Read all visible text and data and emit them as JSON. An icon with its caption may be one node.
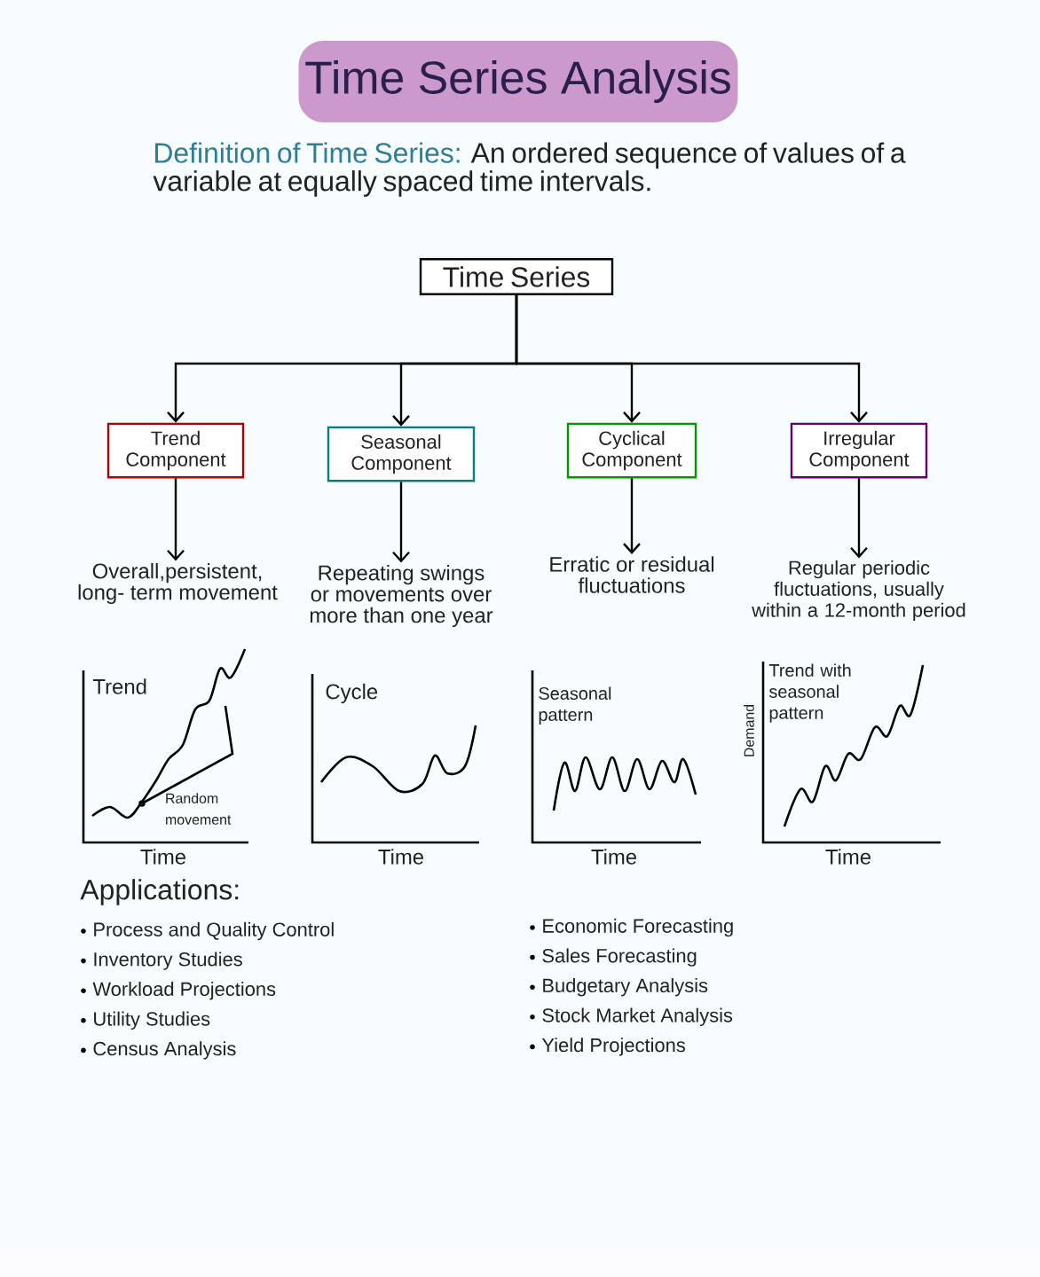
{
  "diagram": {
    "title": "Time Series Analysis",
    "nodes": [
      {
        "text": [
          "Time Series"
        ]
      },
      {
        "text": [
          "Trend Component"
        ]
      },
      {
        "text": [
          "Seasonal Component"
        ]
      },
      {
        "text": [
          "Cyclical Component"
        ]
      },
      {
        "text": [
          "Irregular Component"
        ]
      },
      {
        "text": [
          "Overall,persistent, long- term movement"
        ]
      },
      {
        "text": [
          "Repeating swings or movements over more than one year"
        ]
      },
      {
        "text": [
          "Erratic or residual fluctuations"
        ]
      },
      {
        "text": [
          "Regular periodic fluctuations, usually within a 12-month period"
        ]
      }
    ],
    "edges": [
      {
        "from": 0,
        "to": 1,
        "arrow": "to"
      },
      {
        "from": 0,
        "to": 2,
        "arrow": "to"
      },
      {
        "from": 0,
        "to": 3,
        "arrow": "to"
      },
      {
        "from": 0,
        "to": 4,
        "arrow": "to"
      },
      {
        "from": 1,
        "to": 5,
        "arrow": "to"
      },
      {
        "from": 2,
        "to": 6,
        "arrow": "to"
      },
      {
        "from": 3,
        "to": 7,
        "arrow": "to"
      },
      {
        "from": 4,
        "to": 8,
        "arrow": "to"
      }
    ],
    "labels": [
      "Definition of Time Series:",
      "An ordered sequence of values of a variable at equally spaced time intervals.",
      "Trend",
      "Random movement",
      "Time",
      "Cycle",
      "Time",
      "Seasonal pattern",
      "Time",
      "Trend with seasonal pattern",
      "Demand",
      "Time",
      "Applications:",
      "Process and Quality Control",
      "Inventory Studies",
      "Workload Projections",
      "Utility Studies",
      "Census Analysis",
      "Economic Forecasting",
      "Sales Forecasting",
      "Budgetary Analysis",
      "Stock Market Analysis",
      "Yield Projections"
    ]
  }
}
